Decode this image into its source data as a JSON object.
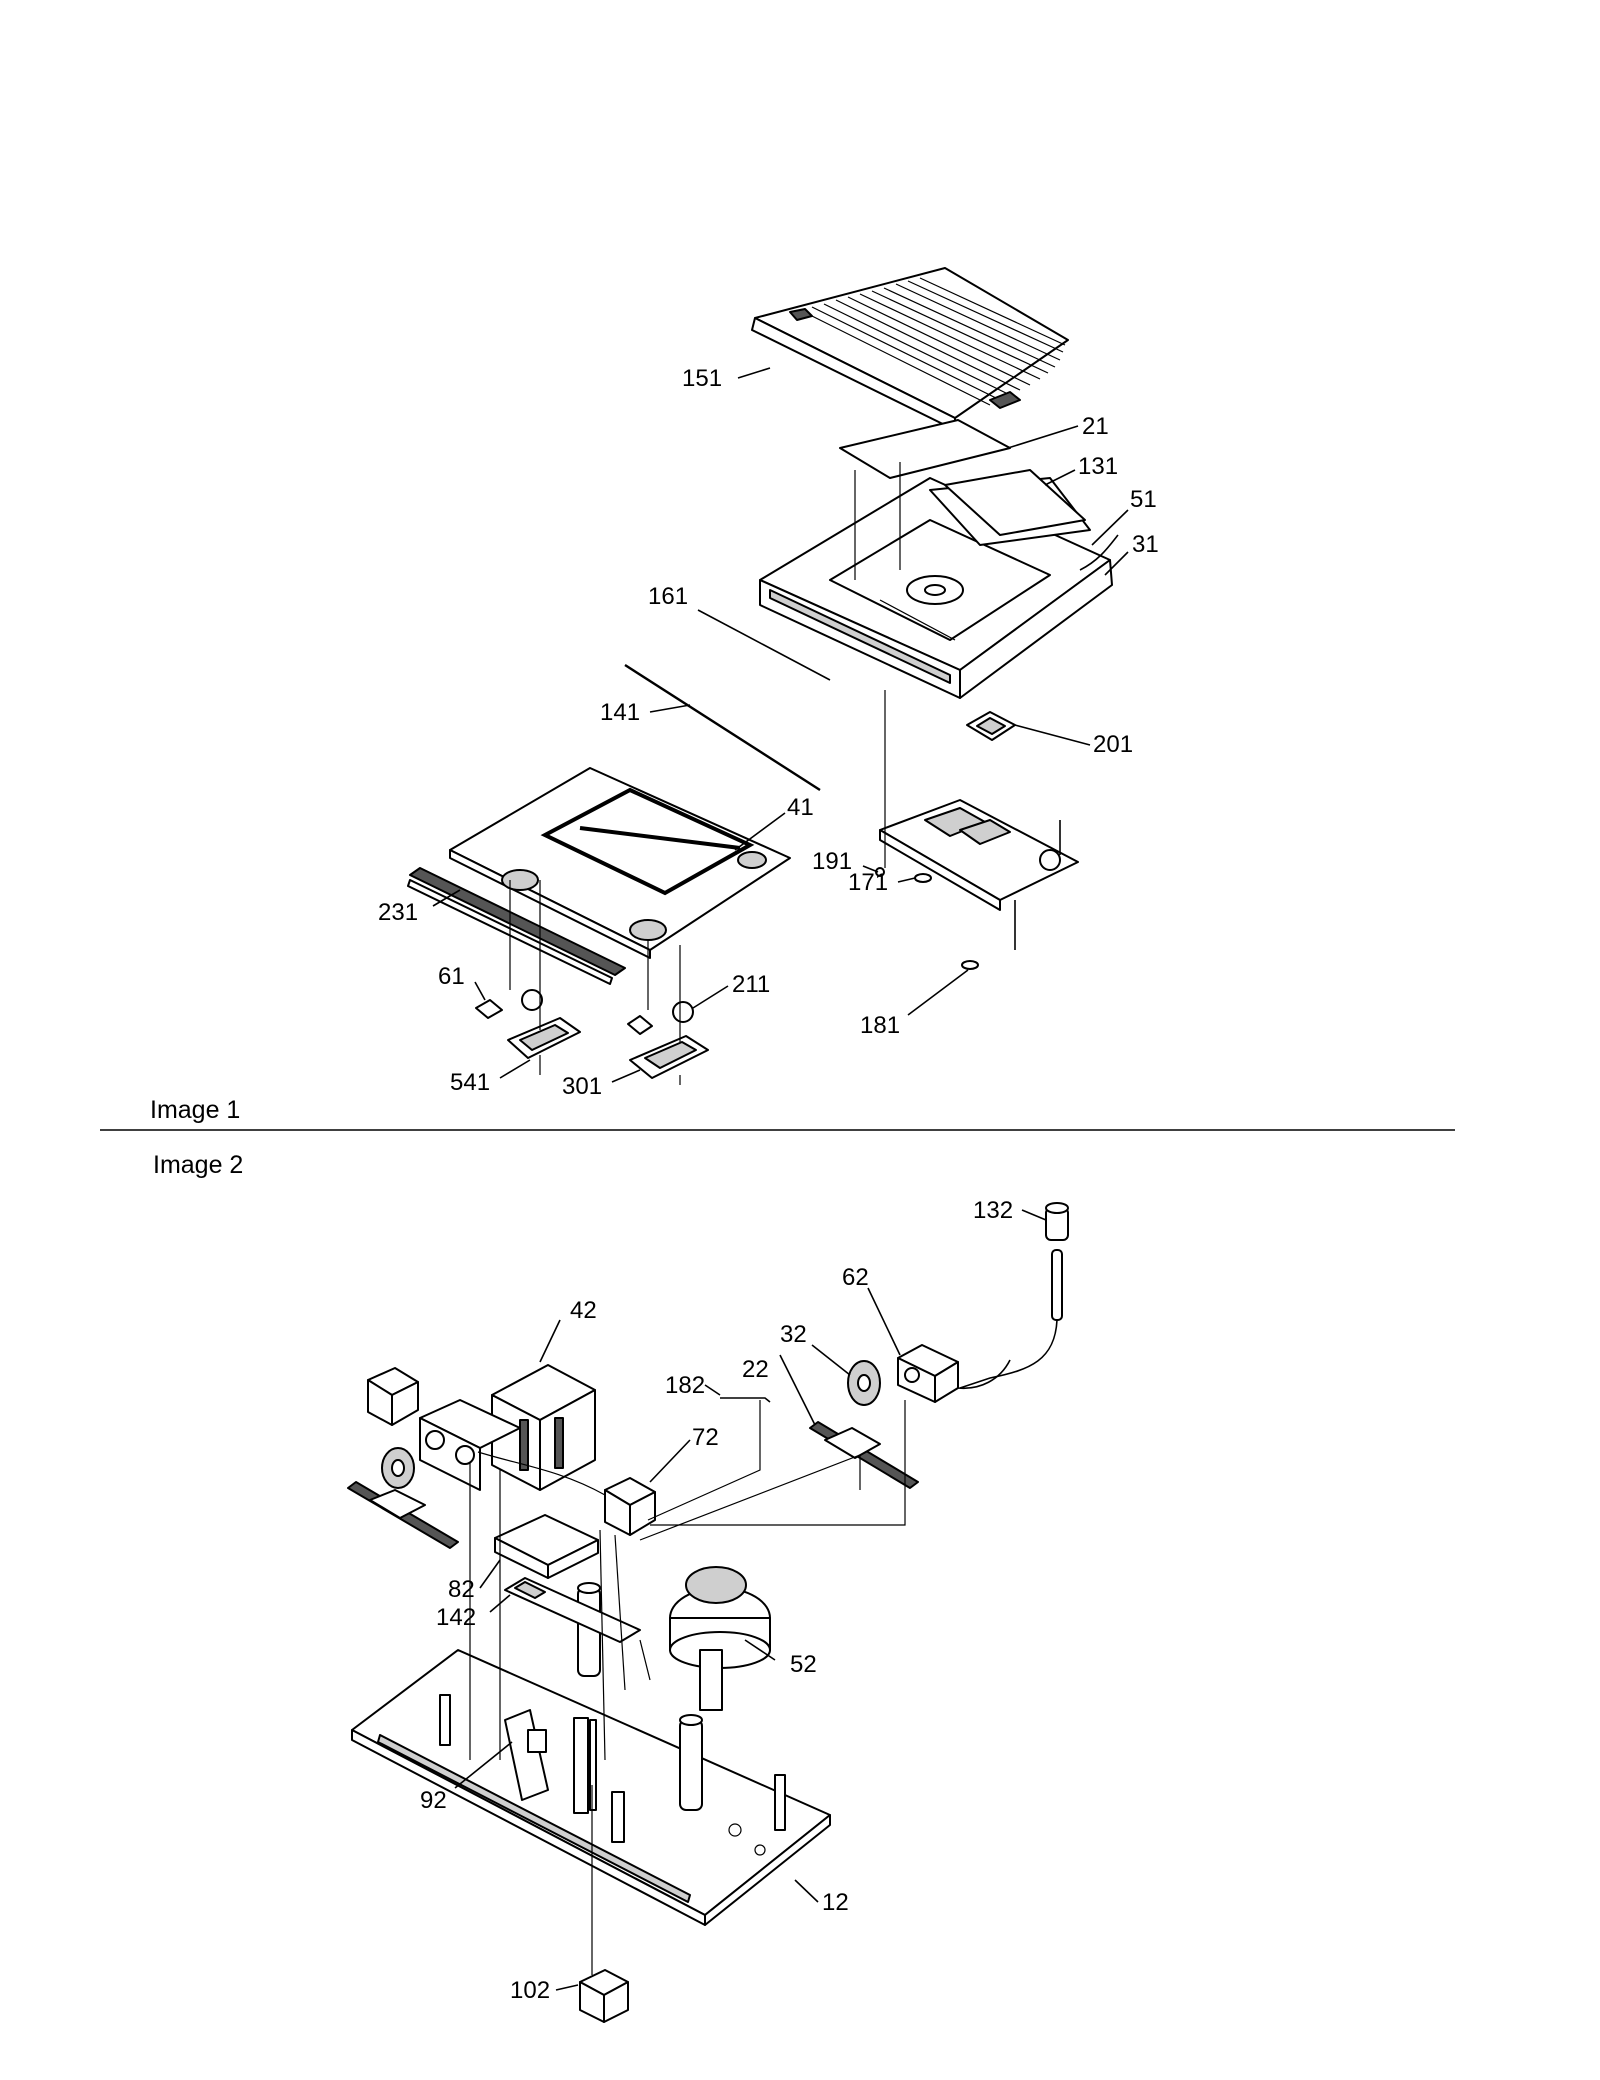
{
  "captions": {
    "image1": "Image 1",
    "image2": "Image 2"
  },
  "callouts": {
    "p151": "151",
    "p21": "21",
    "p131": "131",
    "p51": "51",
    "p31": "31",
    "p161": "161",
    "p141": "141",
    "p201": "201",
    "p41": "41",
    "p191": "191",
    "p171": "171",
    "p231": "231",
    "p61": "61",
    "p211": "211",
    "p181": "181",
    "p541": "541",
    "p301": "301",
    "p132": "132",
    "p62": "62",
    "p42": "42",
    "p32": "32",
    "p22": "22",
    "p182": "182",
    "p72": "72",
    "p82": "82",
    "p142": "142",
    "p52": "52",
    "p92": "92",
    "p12": "12",
    "p102": "102"
  }
}
